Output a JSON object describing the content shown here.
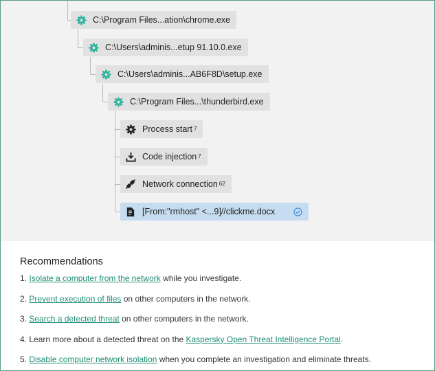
{
  "tree": {
    "nodes": [
      {
        "label": "C:\\Program Files...ation\\chrome.exe",
        "icon": "gear-icon"
      },
      {
        "label": "C:\\Users\\adminis...etup 91.10.0.exe",
        "icon": "gear-icon"
      },
      {
        "label": "C:\\Users\\adminis...AB6F8D\\setup.exe",
        "icon": "gear-icon"
      },
      {
        "label": "C:\\Program Files...\\thunderbird.exe",
        "icon": "gear-icon"
      }
    ],
    "events": [
      {
        "label": "Process start",
        "count": "7",
        "icon": "process-gear-icon"
      },
      {
        "label": "Code injection",
        "count": "7",
        "icon": "download-tray-icon"
      },
      {
        "label": "Network connection",
        "count": "62",
        "icon": "network-plug-icon"
      },
      {
        "label": "[From:\"rmhost\" <...9]//clickme.docx",
        "icon": "document-icon",
        "selected": true,
        "status_icon": "check-circle-icon"
      }
    ]
  },
  "recommendations": {
    "title": "Recommendations",
    "items": [
      {
        "prefix": "1. ",
        "link": "Isolate a computer from the network",
        "suffix": " while you investigate."
      },
      {
        "prefix": "2. ",
        "link": "Prevent execution of files",
        "suffix": " on other computers in the network."
      },
      {
        "prefix": "3. ",
        "link": "Search a detected threat",
        "suffix": " on other computers in the network."
      },
      {
        "prefix": "4. Learn more about a detected threat on the ",
        "link": "Kaspersky Open Threat Intelligence Portal",
        "suffix": "."
      },
      {
        "prefix": "5. ",
        "link": "Disable computer network isolation",
        "suffix": " when you complete an investigation and eliminate threats."
      }
    ]
  },
  "colors": {
    "accent": "#1f8d74",
    "node_bg": "#e1e1e1",
    "selected_bg": "#c6dcf0",
    "panel_bg": "#f2f2f2"
  }
}
